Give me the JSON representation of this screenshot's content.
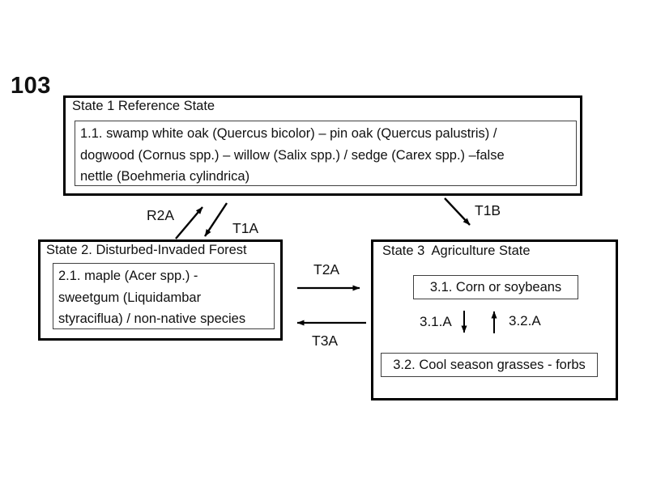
{
  "figure_label": "103",
  "state1": {
    "title": "State 1 Reference State",
    "community_lines": [
      "1.1. swamp white oak (Quercus bicolor) – pin oak (Quercus palustris) /",
      "dogwood (Cornus spp.) – willow (Salix spp.) / sedge (Carex spp.) –false",
      "nettle (Boehmeria cylindrica)"
    ]
  },
  "state2": {
    "title": "State 2. Disturbed-Invaded Forest",
    "community_lines": [
      "2.1. maple (Acer spp.) -",
      "sweetgum (Liquidambar",
      "styraciflua) / non-native species"
    ]
  },
  "state3": {
    "title": "State 3  Agriculture State",
    "community_1": "3.1. Corn or soybeans",
    "community_2": "3.2. Cool season grasses - forbs",
    "transition_down": "3.1.A",
    "transition_up": "3.2.A"
  },
  "transitions": {
    "r2a": "R2A",
    "t1a": "T1A",
    "t1b": "T1B",
    "t2a": "T2A",
    "t3a": "T3A"
  },
  "colors": {
    "line": "#000000",
    "background": "#ffffff",
    "text": "#111111"
  }
}
